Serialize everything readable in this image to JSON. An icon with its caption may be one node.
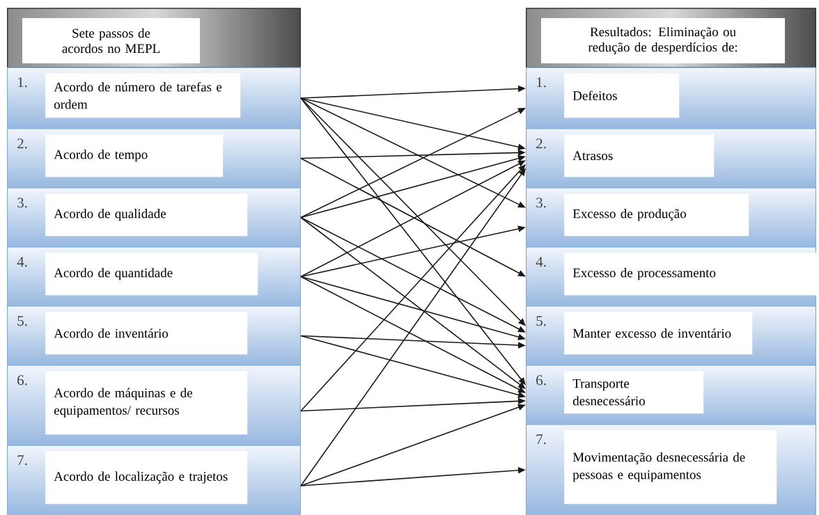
{
  "diagram": {
    "nodes": [
      {
        "text": [
          "Sete passos de acordos no MEPL"
        ]
      },
      {
        "text": [
          "1.",
          "Acordo de número de tarefas e ordem"
        ]
      },
      {
        "text": [
          "2.",
          "Acordo de tempo"
        ]
      },
      {
        "text": [
          "3.",
          "Acordo de qualidade"
        ]
      },
      {
        "text": [
          "4.",
          "Acordo de quantidade"
        ]
      },
      {
        "text": [
          "5.",
          "Acordo de inventário"
        ]
      },
      {
        "text": [
          "6.",
          "Acordo de máquinas e de equipamentos/ recursos"
        ]
      },
      {
        "text": [
          "7.",
          "Acordo de localização e trajetos"
        ]
      },
      {
        "text": [
          "Resultados: Eliminação ou redução de desperdícios de:"
        ]
      },
      {
        "text": [
          "1.",
          "Defeitos"
        ]
      },
      {
        "text": [
          "2.",
          "Atrasos"
        ]
      },
      {
        "text": [
          "3.",
          "Excesso de produção"
        ]
      },
      {
        "text": [
          "4.",
          "Excesso de processamento"
        ]
      },
      {
        "text": [
          "5.",
          "Manter excesso de inventário"
        ]
      },
      {
        "text": [
          "6.",
          "Transporte desnecessário"
        ]
      },
      {
        "text": [
          "7.",
          "Movimentação desnecessária de pessoas e equipamentos"
        ]
      }
    ],
    "edges": [
      {
        "from": 1,
        "to": 9,
        "arrow": "to"
      },
      {
        "from": 1,
        "to": 10,
        "arrow": "to"
      },
      {
        "from": 1,
        "to": 11,
        "arrow": "to"
      },
      {
        "from": 1,
        "to": 13,
        "arrow": "to"
      },
      {
        "from": 1,
        "to": 14,
        "arrow": "to"
      },
      {
        "from": 2,
        "to": 10,
        "arrow": "to"
      },
      {
        "from": 2,
        "to": 12,
        "arrow": "to"
      },
      {
        "from": 3,
        "to": 9,
        "arrow": "to"
      },
      {
        "from": 3,
        "to": 10,
        "arrow": "to"
      },
      {
        "from": 3,
        "to": 13,
        "arrow": "to"
      },
      {
        "from": 3,
        "to": 14,
        "arrow": "to"
      },
      {
        "from": 4,
        "to": 10,
        "arrow": "to"
      },
      {
        "from": 4,
        "to": 11,
        "arrow": "to"
      },
      {
        "from": 4,
        "to": 13,
        "arrow": "to"
      },
      {
        "from": 4,
        "to": 14,
        "arrow": "to"
      },
      {
        "from": 5,
        "to": 13,
        "arrow": "to"
      },
      {
        "from": 5,
        "to": 14,
        "arrow": "to"
      },
      {
        "from": 6,
        "to": 10,
        "arrow": "to"
      },
      {
        "from": 6,
        "to": 14,
        "arrow": "to"
      },
      {
        "from": 7,
        "to": 14,
        "arrow": "to"
      },
      {
        "from": 7,
        "to": 10,
        "arrow": "to"
      },
      {
        "from": 7,
        "to": 15,
        "arrow": "to"
      }
    ]
  }
}
